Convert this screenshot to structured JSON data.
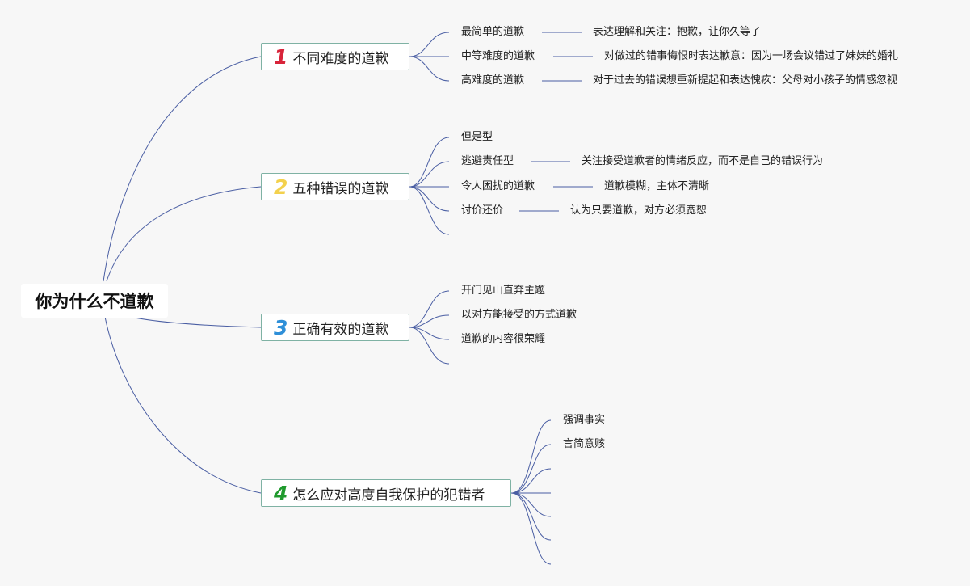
{
  "root": {
    "label": "你为什么不道歉"
  },
  "colors": {
    "line": "#4a5ea3",
    "topic_border": "#7fb2a4",
    "num1": "#d8243a",
    "num2": "#f3d14d",
    "num3": "#2e8fd8",
    "num4": "#1f9a2d"
  },
  "topics": [
    {
      "num": "1",
      "label": "不同难度的道歉",
      "items": [
        {
          "label": "最简单的道歉",
          "detail": "表达理解和关注：抱歉，让你久等了"
        },
        {
          "label": "中等难度的道歉",
          "detail": "对做过的错事悔恨时表达歉意：因为一场会议错过了妹妹的婚礼"
        },
        {
          "label": "高难度的道歉",
          "detail": "对于过去的错误想重新提起和表达愧疚：父母对小孩子的情感忽视"
        }
      ]
    },
    {
      "num": "2",
      "label": "五种错误的道歉",
      "items": [
        {
          "label": "但是型",
          "detail": ""
        },
        {
          "label": "逃避责任型",
          "detail": "关注接受道歉者的情绪反应，而不是自己的错误行为"
        },
        {
          "label": "令人困扰的道歉",
          "detail": "道歉模糊，主体不清晰"
        },
        {
          "label": "讨价还价",
          "detail": "认为只要道歉，对方必须宽恕"
        },
        {
          "label": "",
          "detail": ""
        }
      ]
    },
    {
      "num": "3",
      "label": "正确有效的道歉",
      "items": [
        {
          "label": "开门见山直奔主题",
          "detail": ""
        },
        {
          "label": "以对方能接受的方式道歉",
          "detail": ""
        },
        {
          "label": "道歉的内容很荣耀",
          "detail": ""
        },
        {
          "label": "",
          "detail": ""
        }
      ]
    },
    {
      "num": "4",
      "label": "怎么应对高度自我保护的犯错者",
      "items": [
        {
          "label": "强调事实",
          "detail": ""
        },
        {
          "label": "言简意赅",
          "detail": ""
        },
        {
          "label": "",
          "detail": ""
        },
        {
          "label": "",
          "detail": ""
        },
        {
          "label": "",
          "detail": ""
        },
        {
          "label": "",
          "detail": ""
        }
      ]
    }
  ]
}
